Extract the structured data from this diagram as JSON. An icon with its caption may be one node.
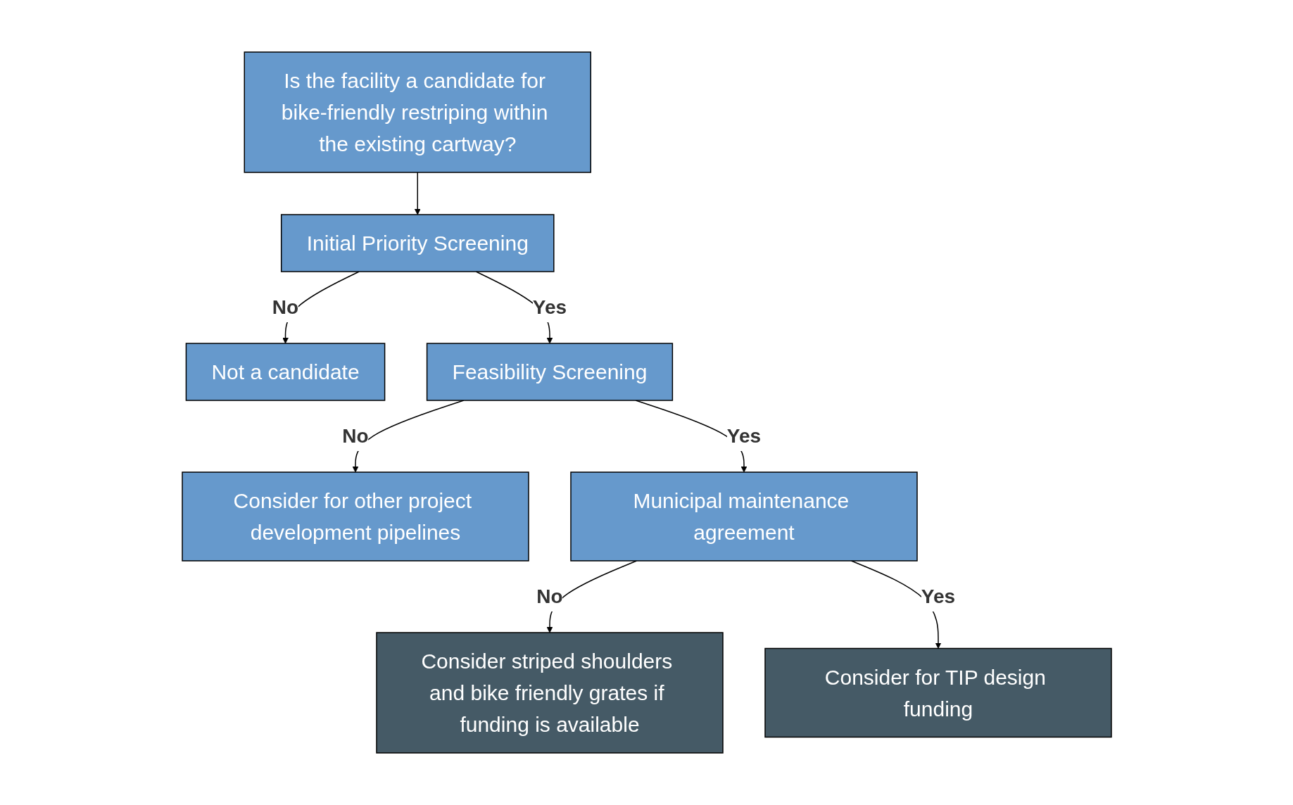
{
  "diagram": {
    "nodes": [
      {
        "text": [
          "Is the facility a candidate for bike-friendly restriping within the existing cartway?"
        ]
      },
      {
        "text": [
          "Initial Priority Screening"
        ]
      },
      {
        "text": [
          "Not a candidate"
        ]
      },
      {
        "text": [
          "Feasibility Screening"
        ]
      },
      {
        "text": [
          "Consider for other project development pipelines"
        ]
      },
      {
        "text": [
          "Municipal maintenance agreement"
        ]
      },
      {
        "text": [
          "Consider striped shoulders and bike friendly grates if funding is available"
        ]
      },
      {
        "text": [
          "Consider for TIP design funding"
        ]
      }
    ],
    "edges": [
      {
        "from": 0,
        "to": 1,
        "arrow": "to"
      },
      {
        "from": 1,
        "to": 2,
        "arrow": "to",
        "label": "No"
      },
      {
        "from": 1,
        "to": 3,
        "arrow": "to",
        "label": "Yes"
      },
      {
        "from": 3,
        "to": 4,
        "arrow": "to",
        "label": "No"
      },
      {
        "from": 3,
        "to": 5,
        "arrow": "to",
        "label": "Yes"
      },
      {
        "from": 5,
        "to": 6,
        "arrow": "to",
        "label": "No"
      },
      {
        "from": 5,
        "to": 7,
        "arrow": "to",
        "label": "Yes"
      }
    ]
  }
}
